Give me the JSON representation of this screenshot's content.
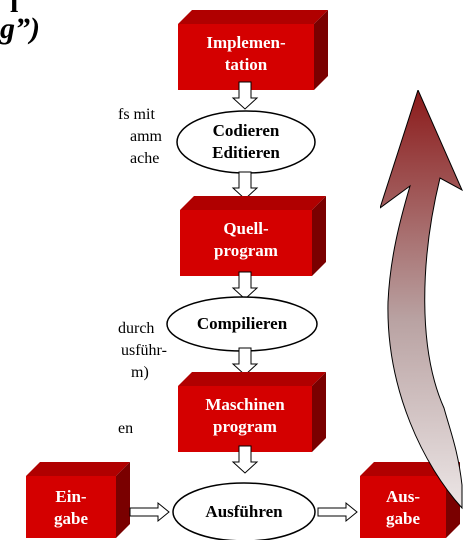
{
  "title": {
    "line1": "l",
    "line2": "g”)"
  },
  "left_text": {
    "block1": [
      "fs mit",
      "amm",
      "ache"
    ],
    "block2": [
      "durch",
      "usführ-",
      "m)"
    ],
    "block3": [
      "en"
    ]
  },
  "flow": {
    "implementation": {
      "line1": "Implemen-",
      "line2": "tation"
    },
    "codieren": {
      "line1": "Codieren",
      "line2": "Editieren"
    },
    "quellprogram": {
      "line1": "Quell-",
      "line2": "program"
    },
    "compilieren": {
      "line1": "Compilieren"
    },
    "maschinenprogram": {
      "line1": "Maschinen",
      "line2": "program"
    },
    "eingabe": {
      "line1": "Ein-",
      "line2": "gabe"
    },
    "ausfuehren": {
      "line1": "Ausführen"
    },
    "ausgabe": {
      "line1": "Aus-",
      "line2": "gabe"
    }
  },
  "colors": {
    "box_front": "#d40000",
    "box_top": "#b00000",
    "box_side": "#7a0000",
    "curve_dark": "#8b1a1a",
    "curve_light": "#ece6e6"
  }
}
